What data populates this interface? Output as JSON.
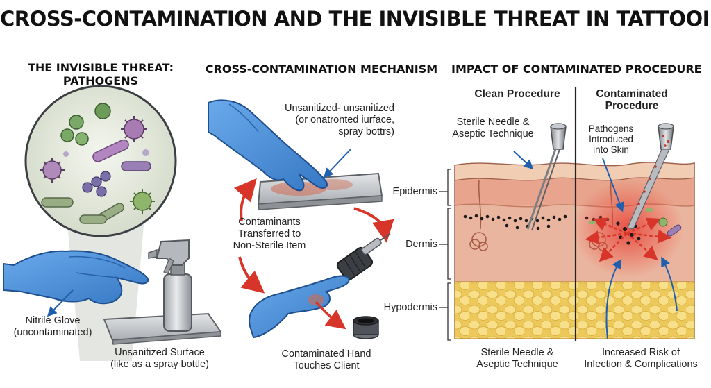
{
  "title": "CROSS-CONTAMINATION AND THE INVISIBLE THREAT IN TATTOOING",
  "panels": {
    "pathogens": {
      "heading_line1": "THE INVISIBLE THREAT:",
      "heading_line2": "PATHOGENS",
      "glove_label_line1": "Nitrile Glove",
      "glove_label_line2": "(uncontaminated)",
      "surface_label_line1": "Unsanitized Surface",
      "surface_label_line2": "(like as a spray bottle)"
    },
    "mechanism": {
      "heading": "CROSS-CONTAMINATION MECHANISM",
      "surface_note_line1": "Unsanitized- unsanitized",
      "surface_note_line2": "(or onatronted iurface,",
      "surface_note_line3": "spray bottrs)",
      "center_line1": "Contaminants",
      "center_line2": "Transferred to",
      "center_line3": "Non-Sterile Item",
      "hand_line1": "Contaminated Hand",
      "hand_line2": "Touches Client"
    },
    "impact": {
      "heading": "IMPACT OF CONTAMINATED PROCEDURE",
      "clean_title": "Clean Procedure",
      "contaminated_title_line1": "Contaminated",
      "contaminated_title_line2": "Procedure",
      "needle_line1": "Sterile Needle &",
      "needle_line2": "Aseptic Technique",
      "pathogen_line1": "Pathogens",
      "pathogen_line2": "Introduced",
      "pathogen_line3": "into Skin",
      "layer_epidermis": "Epidermis",
      "layer_dermis": "Dermis",
      "layer_hypodermis": "Hypodermis",
      "bottom_clean_line1": "Sterile Needle &",
      "bottom_clean_line2": "Aseptic Technique",
      "bottom_risk_line1": "Increased Risk of",
      "bottom_risk_line2": "Infection & Complications"
    }
  },
  "colors": {
    "glove": "#4a8fd8",
    "contamination": "#d84c3a",
    "skin": "#e9b096",
    "fat": "#f2d46a"
  }
}
